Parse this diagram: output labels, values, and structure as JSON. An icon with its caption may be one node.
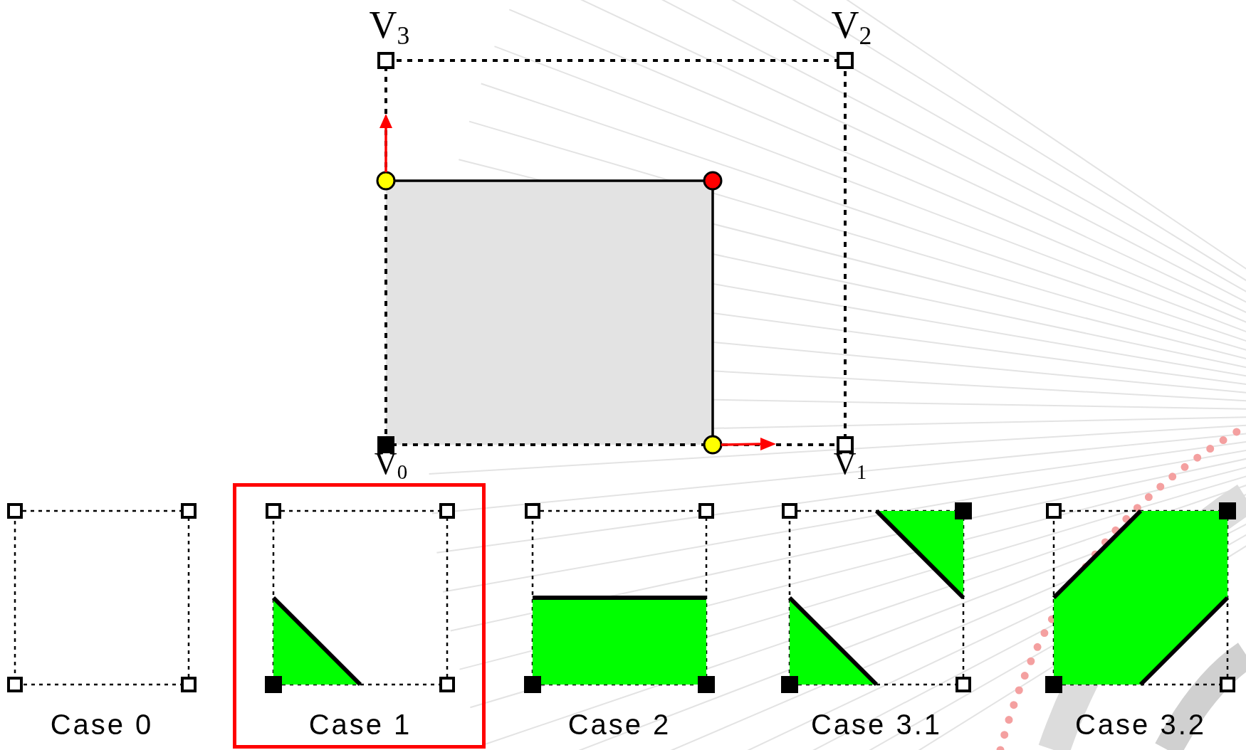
{
  "diagram": {
    "nodes": [
      {
        "text": [
          "Case 1"
        ]
      }
    ],
    "labels": [
      "V$_{3}$",
      "V$_{2}$",
      "V$_{0}$",
      "V$_{1}$",
      "Case 0",
      "Case 2",
      "Case 3.1",
      "Case 3.2"
    ]
  }
}
